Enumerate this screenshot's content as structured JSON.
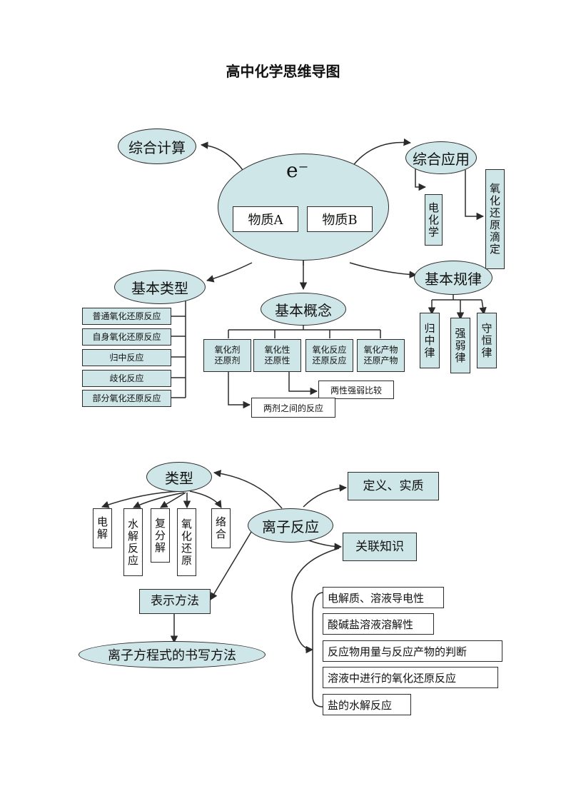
{
  "title": "高中化学思维导图",
  "redox": {
    "electron": "e⁻",
    "center_left": "物质A",
    "center_right": "物质B",
    "comprehensive_calc": "综合计算",
    "comprehensive_app": "综合应用",
    "app_items": [
      "电化学",
      "氧化还原滴定"
    ],
    "basic_types": "基本类型",
    "type_items": [
      "普通氧化还原反应",
      "自身氧化还原反应",
      "归中反应",
      "歧化反应",
      "部分氧化还原反应"
    ],
    "basic_concepts": "基本概念",
    "concept_items": [
      "氧化剂\n还原剂",
      "氧化性\n还原性",
      "氧化反应\n还原反应",
      "氧化产物\n还原产物"
    ],
    "concept_extra": [
      "两性强弱比较",
      "两剂之间的反应"
    ],
    "basic_laws": "基本规律",
    "law_items": [
      "归中律",
      "强弱律",
      "守恒律"
    ]
  },
  "ionic": {
    "center": "离子反应",
    "types": "类型",
    "type_items": [
      "电解",
      "水解反应",
      "复分解",
      "氧化还原",
      "络合"
    ],
    "definition": "定义、实质",
    "related": "关联知识",
    "related_items": [
      "电解质、溶液导电性",
      "酸碱盐溶液溶解性",
      "反应物用量与反应产物的判断",
      "溶液中进行的氧化还原反应",
      "盐的水解反应"
    ],
    "representation": "表示方法",
    "writing": "离子方程式的书写方法"
  },
  "colors": {
    "fill": "#cfe6e8",
    "line": "#2b2b2b"
  }
}
